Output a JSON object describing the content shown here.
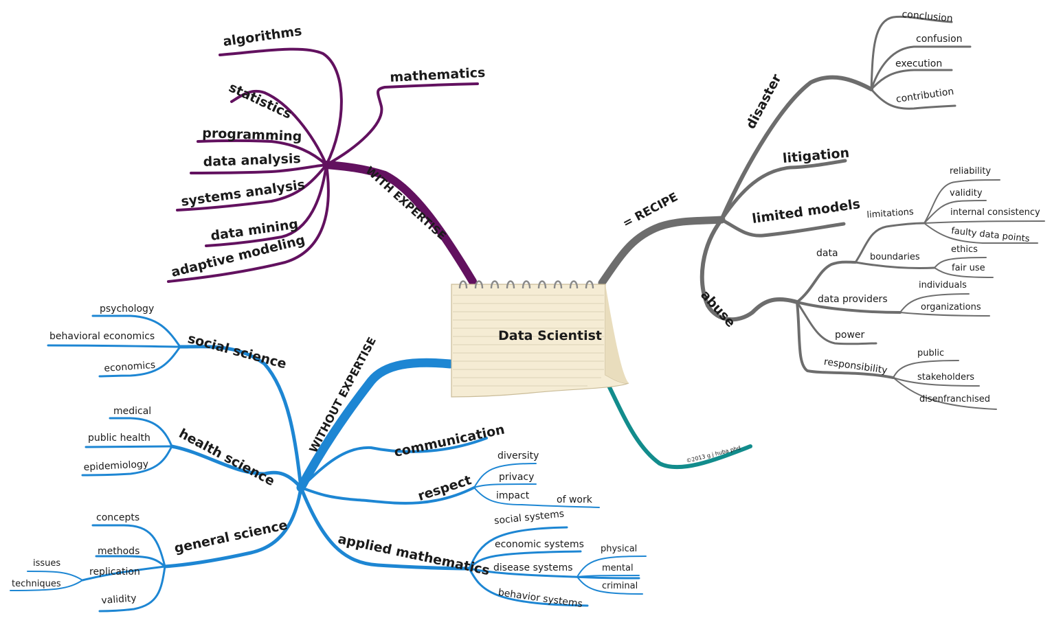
{
  "center": {
    "title": "Data Scientist"
  },
  "colors": {
    "purple": "#62115f",
    "gray": "#6d6d6d",
    "blue": "#1d86d3",
    "teal": "#128c8c",
    "paper": "#f5ecd4"
  },
  "with_expertise": {
    "title": "WITH EXPERTISE",
    "items": [
      "algorithms",
      "statistics",
      "mathematics",
      "programming",
      "data analysis",
      "systems analysis",
      "data mining",
      "adaptive modeling"
    ]
  },
  "recipe": {
    "title": "= RECIPE",
    "disaster": {
      "label": "disaster",
      "items": [
        "conclusion",
        "confusion",
        "execution",
        "contribution"
      ]
    },
    "litigation": "litigation",
    "limited_models": "limited models",
    "abuse": {
      "label": "abuse",
      "data": {
        "label": "data",
        "limitations": {
          "label": "limitations",
          "items": [
            "reliability",
            "validity",
            "internal consistency",
            "faulty data points"
          ]
        },
        "boundaries": {
          "label": "boundaries",
          "items": [
            "ethics",
            "fair use"
          ]
        }
      },
      "data_providers": {
        "label": "data providers",
        "items": [
          "individuals",
          "organizations"
        ]
      },
      "power": "power",
      "responsibility": {
        "label": "responsibility",
        "items": [
          "public",
          "stakeholders",
          "disenfranchised"
        ]
      }
    }
  },
  "without_expertise": {
    "title": "WITHOUT EXPERTISE",
    "social_science": {
      "label": "social science",
      "items": [
        "psychology",
        "behavioral economics",
        "economics"
      ]
    },
    "health_science": {
      "label": "health science",
      "items": [
        "medical",
        "public health",
        "epidemiology"
      ]
    },
    "general_science": {
      "label": "general science",
      "items": [
        "concepts",
        "methods",
        "replication",
        "validity"
      ],
      "replication_items": [
        "issues",
        "techniques"
      ]
    },
    "communication": "communication",
    "respect": {
      "label": "respect",
      "items": [
        "diversity",
        "privacy",
        "impact"
      ],
      "impact_item": "of work"
    },
    "applied_mathematics": {
      "label": "applied mathematics",
      "items": [
        "social systems",
        "economic systems",
        "disease systems",
        "behavior systems"
      ],
      "disease_items": [
        "physical",
        "mental",
        "criminal"
      ]
    }
  },
  "copyright": "©2013 g j huba phd"
}
